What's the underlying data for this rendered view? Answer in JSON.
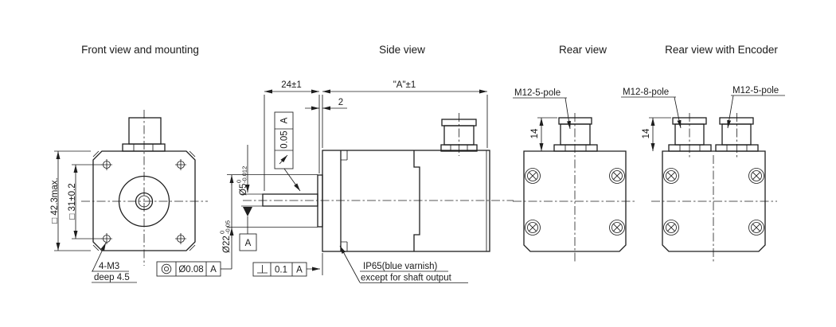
{
  "titles": {
    "front": "Front view and mounting",
    "side": "Side view",
    "rear": "Rear view",
    "rear_encoder": "Rear view with Encoder"
  },
  "front_view": {
    "dim_outer_square": "□ 42.3max.",
    "dim_hole_spacing": "□ 31±0.2",
    "thread_note_line1": "4-M3",
    "thread_note_line2": "deep 4.5",
    "fcf_concentricity": {
      "symbol": "concentricity-icon",
      "tolerance": "Ø0.08",
      "datum": "A"
    }
  },
  "side_view": {
    "dim_shaft_length": "24±1",
    "dim_body_length": "\"A\"±1",
    "dim_pilot_depth": "2",
    "fcf_runout": {
      "symbol": "circular-runout-icon",
      "tolerance": "0.05",
      "datum": "A"
    },
    "dim_shaft_dia": {
      "main": "Ø5",
      "tol_upper": "0",
      "tol_lower": "-0.012"
    },
    "dim_pilot_dia": {
      "main": "Ø22",
      "tol_upper": "0",
      "tol_lower": "-0.05"
    },
    "datum_label": "A",
    "fcf_perpendicularity": {
      "symbol": "perpendicularity-icon",
      "tolerance": "0.1",
      "datum": "A"
    },
    "note_line1": "IP65(blue varnish)",
    "note_line2": "except for shaft output"
  },
  "rear_view": {
    "connector_label": "M12-5-pole",
    "dim_connector_height": "14"
  },
  "rear_view_encoder": {
    "connector_label_left": "M12-8-pole",
    "connector_label_right": "M12-5-pole",
    "dim_connector_height": "14"
  },
  "colors": {
    "line": "#1e1e1e",
    "background": "#ffffff"
  }
}
